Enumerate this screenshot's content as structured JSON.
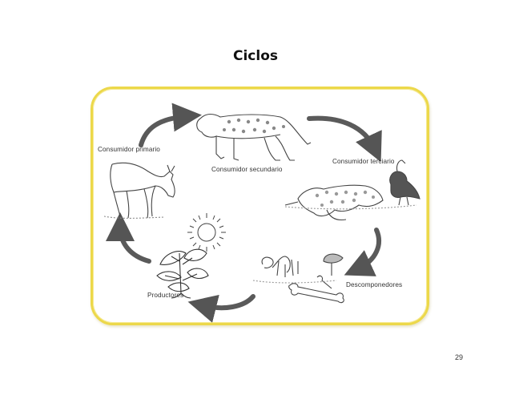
{
  "title": "Ciclos",
  "labels": {
    "primary_consumer": "Consumidor primario",
    "secondary_consumer": "Consumidor secundario",
    "tertiary_consumer": "Consumidor  terciario",
    "decomposers": "Descomponedores",
    "producers": "Productores"
  },
  "page_number": "29",
  "colors": {
    "frame_border": "#ecd84a",
    "arrow": "#555555",
    "sketch": "#444444"
  },
  "illustrations": [
    "deer-icon",
    "ocelot-icon",
    "ocelot-and-vulture-icon",
    "mushroom-and-bones-icon",
    "plant-icon",
    "sun-icon"
  ]
}
